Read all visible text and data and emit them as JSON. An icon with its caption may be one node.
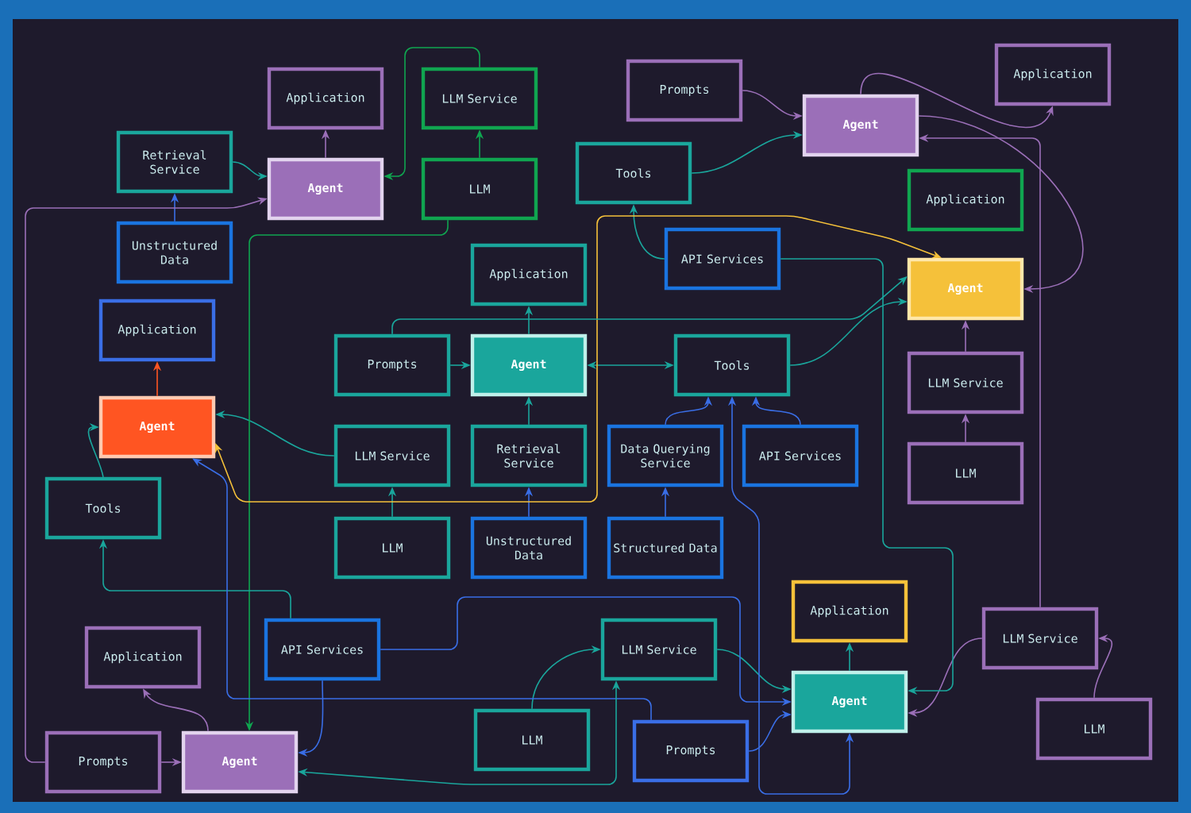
{
  "diagram": {
    "nodes": [
      {
        "text": [
          "Application"
        ]
      },
      {
        "text": [
          "LLM Service"
        ]
      },
      {
        "text": [
          "Prompts"
        ]
      },
      {
        "text": [
          "Agent"
        ]
      },
      {
        "text": [
          "Application"
        ]
      },
      {
        "text": [
          "Retrieval Service"
        ]
      },
      {
        "text": [
          "Agent"
        ]
      },
      {
        "text": [
          "LLM"
        ]
      },
      {
        "text": [
          "Tools"
        ]
      },
      {
        "text": [
          "Application"
        ]
      },
      {
        "text": [
          "Unstructured Data"
        ]
      },
      {
        "text": [
          "API Services"
        ]
      },
      {
        "text": [
          "Application"
        ]
      },
      {
        "text": [
          "Agent"
        ]
      },
      {
        "text": [
          "Application"
        ]
      },
      {
        "text": [
          "Prompts"
        ]
      },
      {
        "text": [
          "Agent"
        ]
      },
      {
        "text": [
          "Tools"
        ]
      },
      {
        "text": [
          "LLM Service"
        ]
      },
      {
        "text": [
          "Agent"
        ]
      },
      {
        "text": [
          "LLM Service"
        ]
      },
      {
        "text": [
          "Retrieval Service"
        ]
      },
      {
        "text": [
          "Data Querying Service"
        ]
      },
      {
        "text": [
          "API Services"
        ]
      },
      {
        "text": [
          "Tools"
        ]
      },
      {
        "text": [
          "LLM"
        ]
      },
      {
        "text": [
          "LLM"
        ]
      },
      {
        "text": [
          "Unstructured Data"
        ]
      },
      {
        "text": [
          "Structured Data"
        ]
      },
      {
        "text": [
          "Application"
        ]
      },
      {
        "text": [
          "LLM Service"
        ]
      },
      {
        "text": [
          "Application"
        ]
      },
      {
        "text": [
          "API Services"
        ]
      },
      {
        "text": [
          "LLM Service"
        ]
      },
      {
        "text": [
          "Agent"
        ]
      },
      {
        "text": [
          "LLM"
        ]
      },
      {
        "text": [
          "LLM"
        ]
      },
      {
        "text": [
          "Prompts"
        ]
      },
      {
        "text": [
          "Prompts"
        ]
      },
      {
        "text": [
          "Agent"
        ]
      }
    ],
    "edges": [
      {
        "from": 6,
        "to": 0,
        "arrow": "to",
        "color": "#9b6fb8"
      },
      {
        "from": 7,
        "to": 1,
        "arrow": "to",
        "color": "#10a550"
      },
      {
        "from": 10,
        "to": 5,
        "arrow": "to",
        "color": "#3a6ee6"
      },
      {
        "from": 5,
        "to": 6,
        "arrow": "to"
      },
      {
        "from": 1,
        "to": 6,
        "arrow": "to",
        "color": "#10a550"
      },
      {
        "from": 2,
        "to": 3,
        "arrow": "to",
        "color": "#9b6fb8"
      },
      {
        "from": 8,
        "to": 3,
        "arrow": "to"
      },
      {
        "from": 3,
        "to": 4,
        "arrow": "to",
        "color": "#9b6fb8"
      },
      {
        "from": 3,
        "to": 13,
        "arrow": "to",
        "color": "#9b6fb8"
      },
      {
        "from": 11,
        "to": 8,
        "arrow": "to"
      },
      {
        "from": 19,
        "to": 14,
        "arrow": "to",
        "color": "#ff5522"
      },
      {
        "from": 15,
        "to": 16,
        "arrow": "to"
      },
      {
        "from": 16,
        "to": 12,
        "arrow": "to"
      },
      {
        "from": 16,
        "to": 17,
        "arrow": "both"
      },
      {
        "from": 17,
        "to": 13,
        "arrow": "to"
      },
      {
        "from": 25,
        "to": 18,
        "arrow": "to",
        "color": "#9b6fb8"
      },
      {
        "from": 18,
        "to": 13,
        "arrow": "to",
        "color": "#9b6fb8"
      },
      {
        "from": 22,
        "to": 17,
        "arrow": "to",
        "color": "#3a6ee6"
      },
      {
        "from": 23,
        "to": 17,
        "arrow": "to",
        "color": "#3a6ee6"
      },
      {
        "from": 27,
        "to": 21,
        "arrow": "to",
        "color": "#3a6ee6"
      },
      {
        "from": 28,
        "to": 22,
        "arrow": "to",
        "color": "#3a6ee6"
      },
      {
        "from": 26,
        "to": 20,
        "arrow": "to"
      },
      {
        "from": 21,
        "to": 16,
        "arrow": "to"
      },
      {
        "from": 24,
        "to": 19,
        "arrow": "to"
      },
      {
        "from": 20,
        "to": 19,
        "arrow": "to"
      },
      {
        "from": 7,
        "to": 39,
        "arrow": "to",
        "color": "#10a550"
      },
      {
        "from": 19,
        "to": 13,
        "arrow": "both",
        "color": "#f5c13a"
      },
      {
        "from": 38,
        "to": 6,
        "arrow": "to",
        "color": "#9b6fb8"
      },
      {
        "from": 30,
        "to": 34,
        "arrow": "to",
        "color": "#9b6fb8"
      },
      {
        "from": 35,
        "to": 30,
        "arrow": "to",
        "color": "#9b6fb8"
      },
      {
        "from": 34,
        "to": 29,
        "arrow": "to"
      },
      {
        "from": 30,
        "to": 3,
        "arrow": "to",
        "color": "#9b6fb8"
      },
      {
        "from": 33,
        "to": 34,
        "arrow": "to"
      },
      {
        "from": 36,
        "to": 33,
        "arrow": "to"
      },
      {
        "from": 37,
        "to": 34,
        "arrow": "to",
        "color": "#3a6ee6"
      },
      {
        "from": 32,
        "to": 34,
        "arrow": "to",
        "color": "#3a6ee6"
      },
      {
        "from": 32,
        "to": 39,
        "arrow": "to",
        "color": "#3a6ee6"
      },
      {
        "from": 32,
        "to": 24,
        "arrow": "to"
      },
      {
        "from": 39,
        "to": 31,
        "arrow": "to",
        "color": "#9b6fb8"
      },
      {
        "from": 38,
        "to": 39,
        "arrow": "to",
        "color": "#9b6fb8"
      },
      {
        "from": 11,
        "to": 34,
        "arrow": "to"
      },
      {
        "from": 15,
        "to": 13,
        "arrow": "to"
      },
      {
        "from": 37,
        "to": 19,
        "arrow": "to",
        "color": "#3a6ee6"
      },
      {
        "from": 17,
        "to": 34,
        "arrow": "both",
        "color": "#3a6ee6"
      },
      {
        "from": 39,
        "to": 33,
        "arrow": "both"
      }
    ]
  }
}
